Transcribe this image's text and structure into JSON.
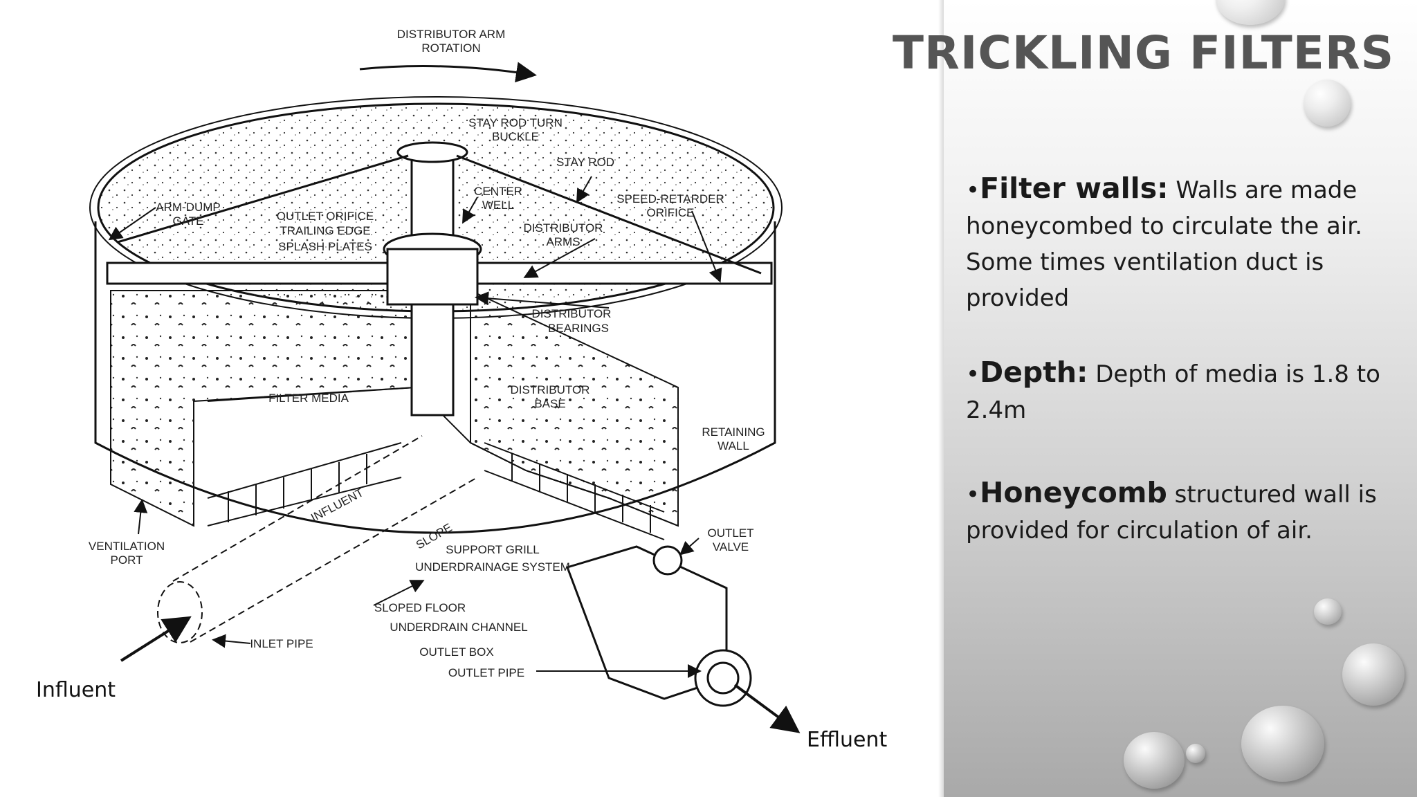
{
  "slide": {
    "title": "TRICKLING FILTERS",
    "bullets": [
      {
        "marker": "•",
        "term": "Filter walls:",
        "text": " Walls are made honeycombed to circulate the air. Some times ventilation duct is provided"
      },
      {
        "marker": "•",
        "term": "Depth:",
        "text": " Depth of media is 1.8 to 2.4m"
      },
      {
        "marker": "•",
        "term": "Honeycomb",
        "text": " structured wall is provided for circulation of air."
      }
    ]
  },
  "diagram": {
    "labels": {
      "arm_rotation_1": "DISTRIBUTOR ARM",
      "arm_rotation_2": "ROTATION",
      "stay_rod_turn_1": "STAY ROD TURN",
      "stay_rod_turn_2": "BUCKLE",
      "stay_rod": "STAY ROD",
      "center_well_1": "CENTER",
      "center_well_2": "WELL",
      "speed_retarder_1": "SPEED-RETARDER",
      "speed_retarder_2": "ORIFICE",
      "arm_dump_1": "ARM-DUMP",
      "arm_dump_2": "GATE",
      "outlet_orifice": "OUTLET ORIFICE",
      "trailing_edge": "TRAILING EDGE",
      "splash_plates": "SPLASH PLATES",
      "distributor_arms_1": "DISTRIBUTOR",
      "distributor_arms_2": "ARMS",
      "distributor_bearings_1": "DISTRIBUTOR",
      "distributor_bearings_2": "BEARINGS",
      "filter_media": "FILTER MEDIA",
      "distributor_base_1": "DISTRIBUTOR",
      "distributor_base_2": "BASE",
      "retaining_wall_1": "RETAINING",
      "retaining_wall_2": "WALL",
      "influent_inner": "INFLUENT",
      "slope": "SLOPE",
      "support_grill": "SUPPORT GRILL",
      "underdrainage_system": "UNDERDRAINAGE SYSTEM",
      "outlet_valve_1": "OUTLET",
      "outlet_valve_2": "VALVE",
      "ventilation_port_1": "VENTILATION",
      "ventilation_port_2": "PORT",
      "sloped_floor": "SLOPED FLOOR",
      "underdrain_channel": "UNDERDRAIN CHANNEL",
      "inlet_pipe": "INLET PIPE",
      "outlet_box": "OUTLET BOX",
      "outlet_pipe": "OUTLET PIPE",
      "influent": "Influent",
      "effluent": "Effluent"
    }
  },
  "colors": {
    "title": "#555555",
    "panel_top": "#ffffff",
    "panel_bottom": "#a9a9a9",
    "text": "#1a1a1a"
  }
}
